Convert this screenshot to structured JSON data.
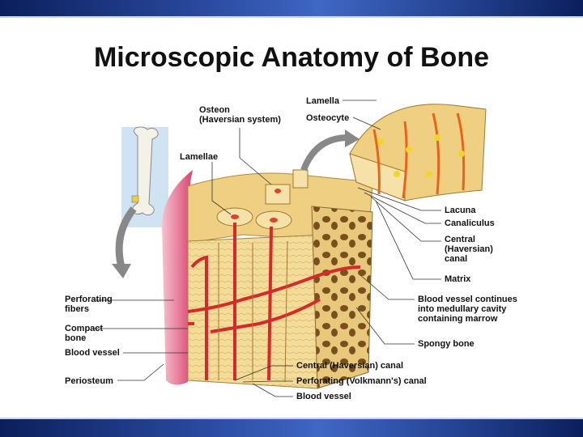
{
  "slide": {
    "title": "Microscopic Anatomy of Bone"
  },
  "labels": {
    "osteon": "Osteon\n(Haversian system)",
    "lamellae": "Lamellae",
    "lamella": "Lamella",
    "osteocyte": "Osteocyte",
    "lacuna": "Lacuna",
    "canaliculus": "Canaliculus",
    "central_canal_inset": "Central\n(Haversian)\ncanal",
    "matrix": "Matrix",
    "blood_vessel_continues": "Blood vessel continues\ninto medullary cavity\ncontaining marrow",
    "spongy_bone": "Spongy bone",
    "perforating_fibers": "Perforating\nfibers",
    "compact_bone": "Compact\nbone",
    "blood_vessel_left": "Blood vessel",
    "periosteum": "Periosteum",
    "central_canal_bottom": "Central (Haversian) canal",
    "perforating_canal": "Perforating (Volkmann's) canal",
    "blood_vessel_bottom": "Blood vessel"
  },
  "colors": {
    "band": "#2a4aa0",
    "bone": "#f3dc9a",
    "bone_dark": "#d9b766",
    "vessel": "#d42a2a",
    "periosteum": "#e98aa6",
    "inset_bg": "#cfe3f3"
  }
}
